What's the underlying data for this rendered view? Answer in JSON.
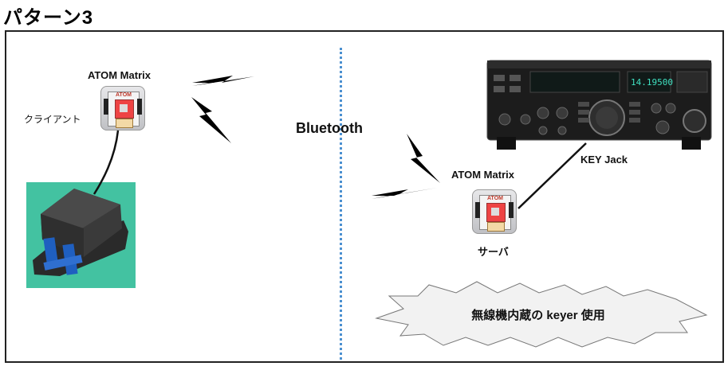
{
  "title": "パターン3",
  "client": {
    "device_label": "ATOM Matrix",
    "role_label": "クライアント",
    "atom_logo": "ATOM"
  },
  "server": {
    "device_label": "ATOM Matrix",
    "role_label": "サーバ",
    "atom_logo": "ATOM"
  },
  "link_label": "Bluetooth",
  "key_jack_label": "KEY Jack",
  "callout_text": "無線機内蔵の keyer 使用",
  "radio_display": "14.19500",
  "colors": {
    "divider": "#4a8fd0",
    "paddle_bg": "#43c2a1",
    "paddle_lever": "#1f5fc0",
    "radio_display": "#3fe0c0"
  }
}
